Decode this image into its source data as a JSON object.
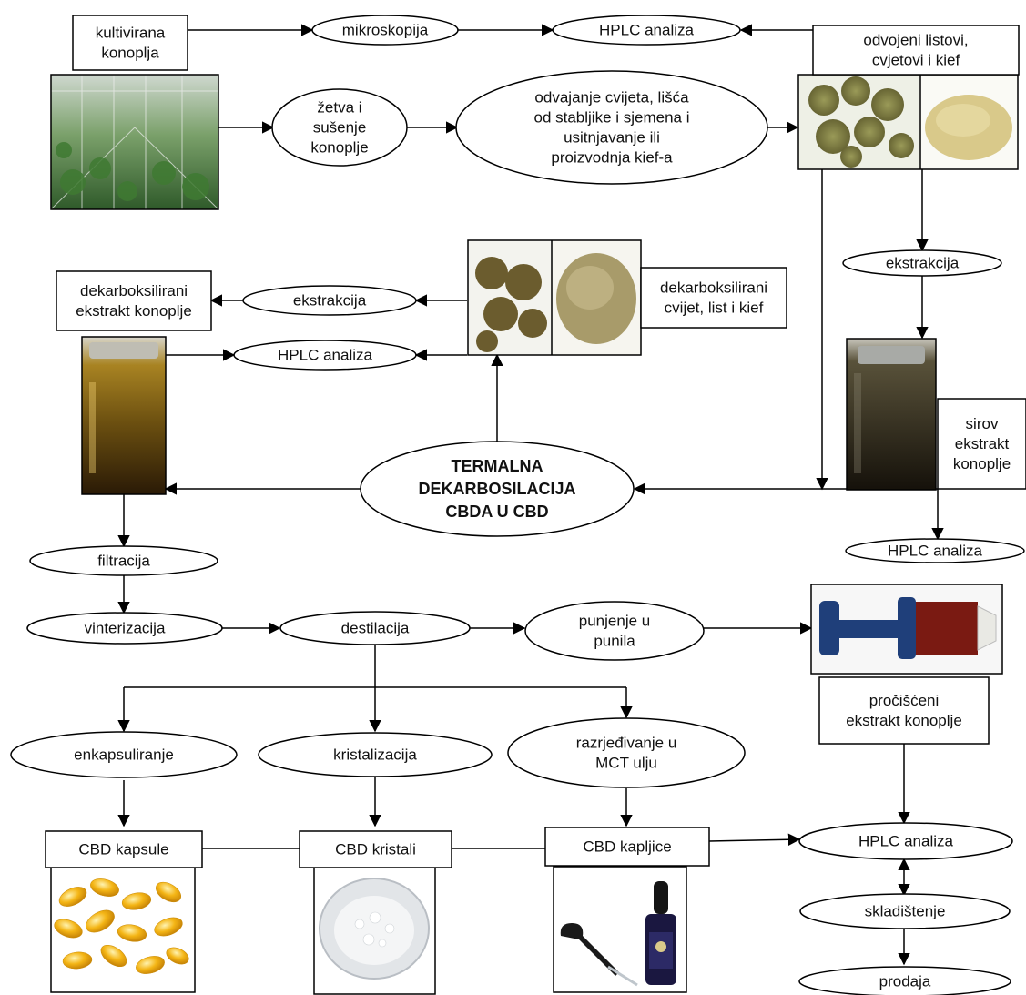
{
  "nodes": {
    "kultivirana": [
      "kultivirana",
      "konoplja"
    ],
    "mikroskopija": [
      "mikroskopija"
    ],
    "hplc_top": [
      "HPLC analiza"
    ],
    "odvojeni": [
      "odvojeni listovi,",
      "cvjetovi i kief"
    ],
    "zetva": [
      "žetva i",
      "sušenje",
      "konoplje"
    ],
    "odvajanje": [
      "odvajanje cvijeta, lišća",
      "od stabljike i sjemena  i",
      "usitnjavanje ili",
      "proizvodnja kief-a"
    ],
    "ekstrakcija_right": [
      "ekstrakcija"
    ],
    "dekarb_box": [
      "dekarboksilirani",
      "cvijet, list i kief"
    ],
    "ekstrakcija_mid": [
      "ekstrakcija"
    ],
    "dekarb_ekstrakt": [
      "dekarboksilirani",
      "ekstrakt konoplje"
    ],
    "hplc_mid": [
      "HPLC analiza"
    ],
    "termalna": [
      "TERMALNA",
      "DEKARBOSILACIJA",
      "CBDA U CBD"
    ],
    "sirov": [
      "sirov",
      "ekstrakt",
      "konoplje"
    ],
    "hplc_right": [
      "HPLC analiza"
    ],
    "filtracija": [
      "filtracija"
    ],
    "vinterizacija": [
      "vinterizacija"
    ],
    "destilacija": [
      "destilacija"
    ],
    "punjenje": [
      "punjenje u",
      "punila"
    ],
    "prociscen": [
      "pročišćeni",
      "ekstrakt konoplje"
    ],
    "enkapsuliranje": [
      "enkapsuliranje"
    ],
    "kristalizacija": [
      "kristalizacija"
    ],
    "razrjedivanje": [
      "razrjeđivanje u",
      "MCT ulju"
    ],
    "kapsule": [
      "CBD kapsule"
    ],
    "kristali": [
      "CBD kristali"
    ],
    "kapljice": [
      "CBD kapljice"
    ],
    "hplc_bottom": [
      "HPLC analiza"
    ],
    "skladistenje": [
      "skladištenje"
    ],
    "prodaja": [
      "prodaja"
    ]
  },
  "colors": {
    "line": "#000000",
    "text": "#111111",
    "greenhouse": "#5c8a4a",
    "buds": "#8a8450",
    "kief_powder": "#d9c98a",
    "dark_extract": "#2a2415",
    "amber_extract": "#b48a2a",
    "syringe_blue": "#1f3f7a",
    "syringe_red": "#7a1a12",
    "capsule_yellow": "#f2b416",
    "crystal_white": "#e8eaec"
  },
  "icons": {
    "greenhouse_photo": "greenhouse-photo",
    "plant_material_photos": "dried-buds-and-kief-photos",
    "decarb_material_photos": "decarboxylated-buds-photos",
    "crude_extract_jar": "dark-extract-jar-photo",
    "decarb_extract_jar": "amber-extract-jar-photo",
    "syringe": "syringe-photo",
    "capsules": "softgel-capsules-photo",
    "crystals": "crystals-dish-photo",
    "drops": "dropper-bottle-photo"
  }
}
